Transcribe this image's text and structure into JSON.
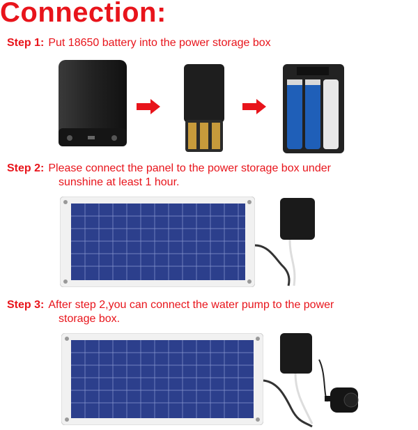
{
  "title": "Connection:",
  "steps": [
    {
      "label": "Step 1:",
      "text": "Put 18650 battery into the power storage box",
      "text2": ""
    },
    {
      "label": "Step 2:",
      "text": "Please connect the panel to the power storage box under",
      "text2": "sunshine at least 1 hour."
    },
    {
      "label": "Step 3:",
      "text": "After step 2,you can connect the water pump to the power",
      "text2": "storage box."
    }
  ],
  "colors": {
    "accent": "#e8141b",
    "panel_cell": "#2c3f8c",
    "box": "#1a1a1a"
  }
}
